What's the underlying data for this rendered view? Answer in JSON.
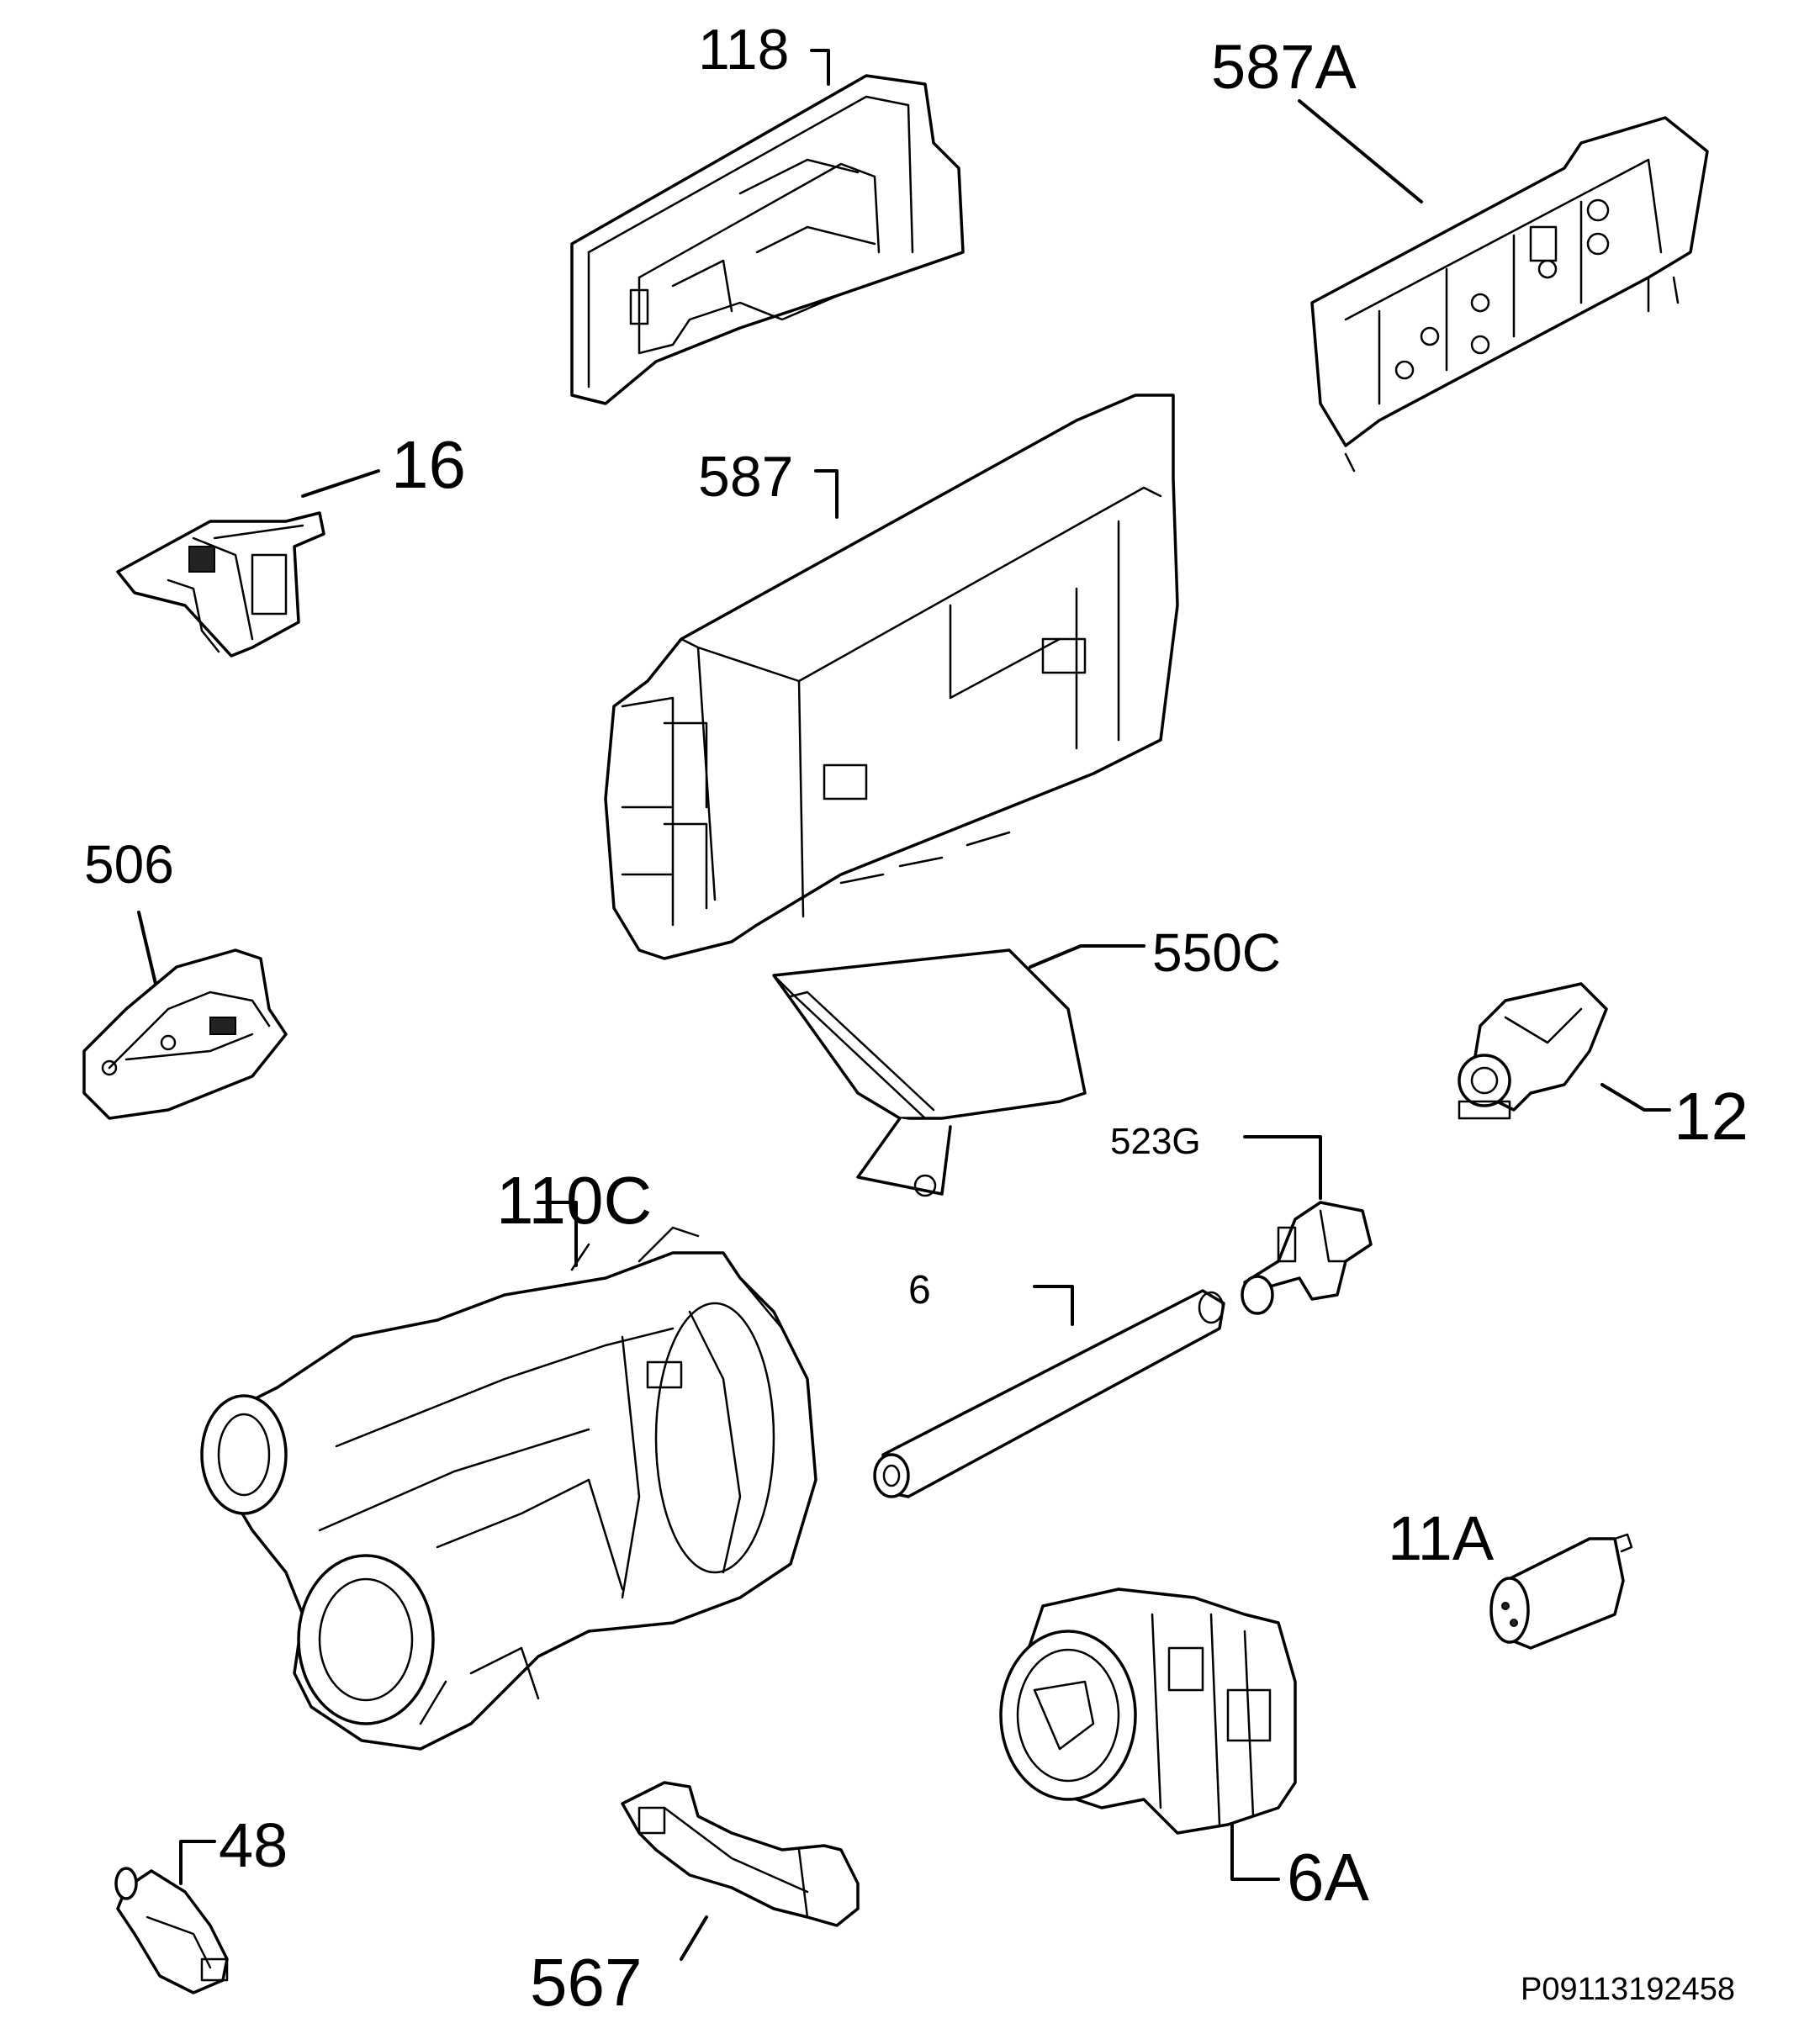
{
  "parts": [
    {
      "id": "p118",
      "label": "118"
    },
    {
      "id": "p587A",
      "label": "587A"
    },
    {
      "id": "p16",
      "label": "16"
    },
    {
      "id": "p587",
      "label": "587"
    },
    {
      "id": "p506",
      "label": "506"
    },
    {
      "id": "p550C",
      "label": "550C"
    },
    {
      "id": "p12",
      "label": "12"
    },
    {
      "id": "p523G",
      "label": "523G"
    },
    {
      "id": "p6",
      "label": "6"
    },
    {
      "id": "p110C",
      "label": "110C"
    },
    {
      "id": "p11A",
      "label": "11A"
    },
    {
      "id": "p6A",
      "label": "6A"
    },
    {
      "id": "p48",
      "label": "48"
    },
    {
      "id": "p567",
      "label": "567"
    }
  ],
  "reference_code": "P09113192458"
}
